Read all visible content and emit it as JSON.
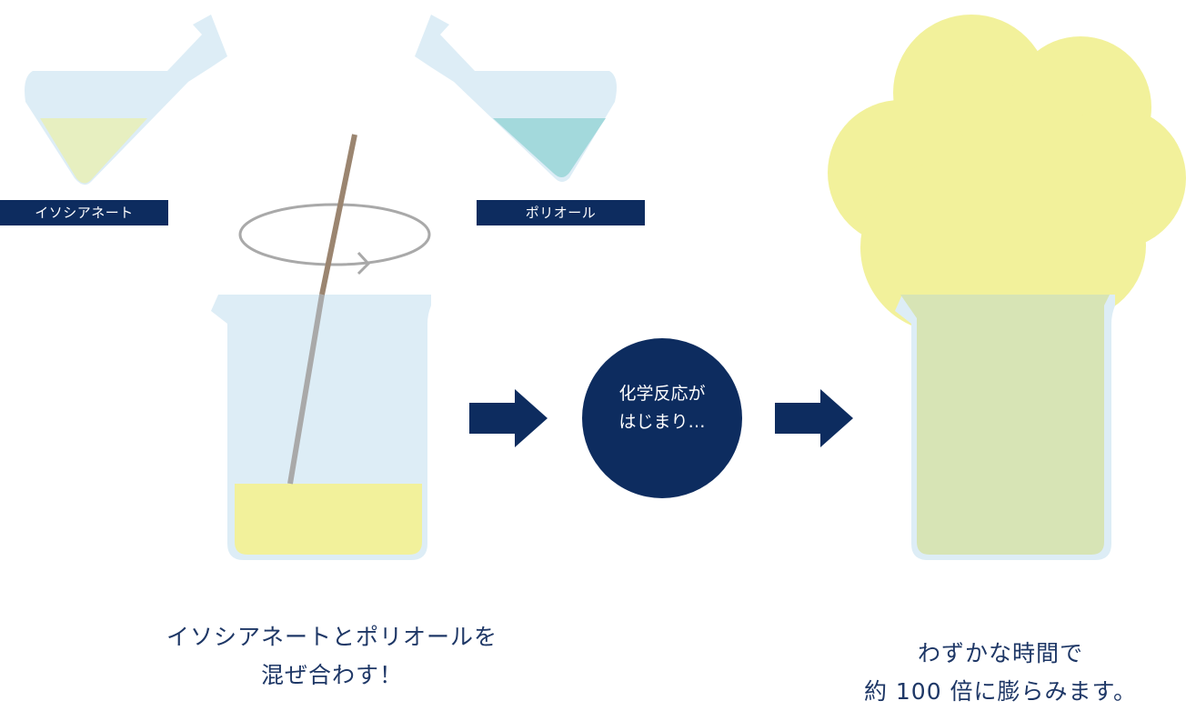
{
  "labels": {
    "isocyanate": "イソシアネート",
    "polyol": "ポリオール"
  },
  "reaction": {
    "line1": "化学反応が",
    "line2": "はじまり…"
  },
  "captions": {
    "mix_line1": "イソシアネートとポリオールを",
    "mix_line2": "混ぜ合わす！",
    "expand_line1": "わずかな時間で",
    "expand_line2": "約 100 倍に膨らみます。"
  },
  "colors": {
    "navy": "#0d2c5f",
    "glass": "#ddedf6",
    "yellow_liquid": "#f2f19b",
    "pale_yellow_liquid": "#e7efc0",
    "teal_liquid": "#a3d9dc",
    "foam": "#f2f19b",
    "expanded_liquid": "#d7e4b5",
    "stir_rod": "#9b8570",
    "rotation_arrow": "#a9a9a9"
  }
}
